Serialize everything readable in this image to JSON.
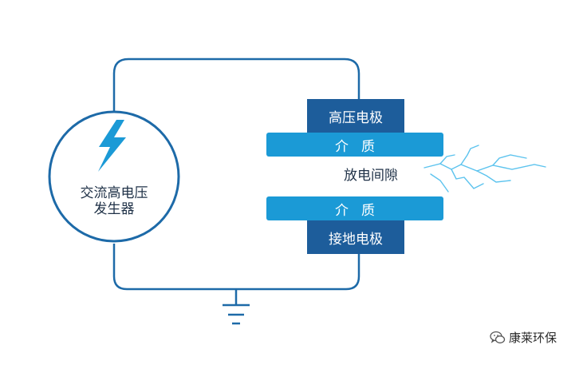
{
  "generator": {
    "label_line1": "交流高电压",
    "label_line2": "发生器",
    "icon": "lightning-bolt-icon"
  },
  "top_electrode": {
    "label": "高压电极"
  },
  "top_dielectric": {
    "label": "介质"
  },
  "gap": {
    "label": "放电间隙"
  },
  "bottom_dielectric": {
    "label": "介质"
  },
  "bottom_electrode": {
    "label": "接地电极"
  },
  "ground": {
    "icon": "ground-symbol-icon"
  },
  "watermark": {
    "icon": "wechat-icon",
    "text": "康莱环保"
  },
  "colors": {
    "wire": "#1d6aa8",
    "electrode": "#1d5d9b",
    "dielectric": "#1b9ad6",
    "spark": "#5cc3ee",
    "text": "#1f3147"
  }
}
